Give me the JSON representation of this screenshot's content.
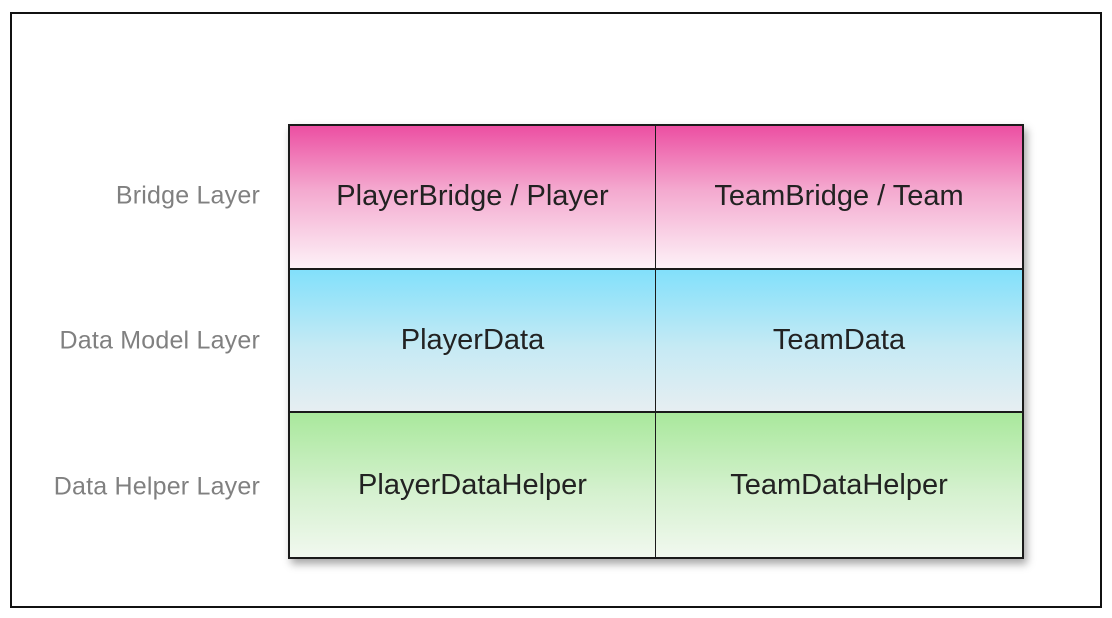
{
  "layers": [
    {
      "label": "Bridge Layer",
      "style": "bridge",
      "cells": [
        "PlayerBridge / Player",
        "TeamBridge / Team"
      ]
    },
    {
      "label": "Data Model Layer",
      "style": "model",
      "cells": [
        "PlayerData",
        "TeamData"
      ]
    },
    {
      "label": "Data Helper Layer",
      "style": "helper",
      "cells": [
        "PlayerDataHelper",
        "TeamDataHelper"
      ]
    }
  ],
  "colors": {
    "bridge_top": "#ec4fa2",
    "model_top": "#82e0fb",
    "helper_top": "#a9e89c",
    "label_text": "#808080",
    "border": "#1a1a1a"
  }
}
